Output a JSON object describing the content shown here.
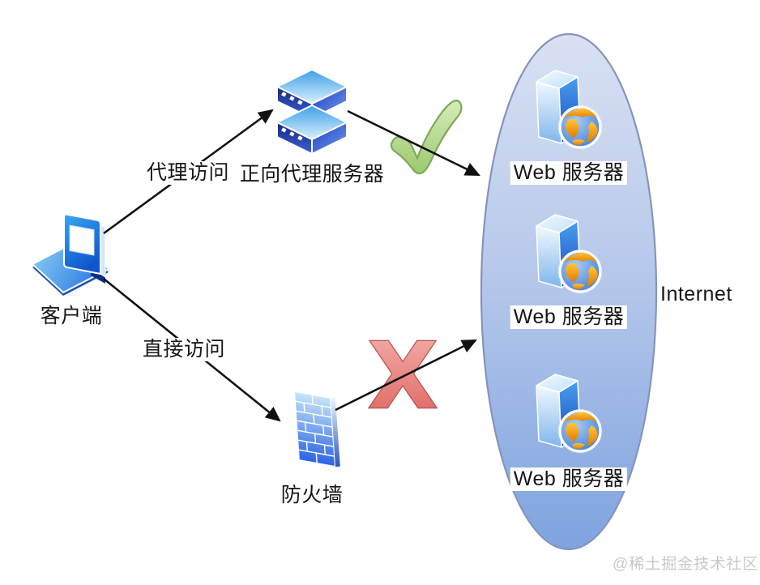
{
  "diagram": {
    "type": "network-flow",
    "nodes": {
      "client": {
        "label": "客户端",
        "icon": "laptop-icon"
      },
      "forward_proxy": {
        "label": "正向代理服务器",
        "icon": "server-stack-icon"
      },
      "firewall": {
        "label": "防火墙",
        "icon": "brick-wall-icon"
      },
      "internet": {
        "label": "Internet",
        "icon": "internet-ellipse"
      },
      "web_servers": [
        {
          "label": "Web 服务器",
          "icon": "server-globe-icon"
        },
        {
          "label": "Web 服务器",
          "icon": "server-globe-icon"
        },
        {
          "label": "Web 服务器",
          "icon": "server-globe-icon"
        }
      ]
    },
    "edges": [
      {
        "from": "client",
        "to": "forward_proxy",
        "label": "代理访问"
      },
      {
        "from": "forward_proxy",
        "to": "internet",
        "label": "",
        "marker": "check-icon",
        "result": "allowed"
      },
      {
        "from": "client",
        "to": "firewall",
        "label": "直接访问"
      },
      {
        "from": "firewall",
        "to": "internet",
        "label": "",
        "marker": "cross-icon",
        "result": "blocked"
      }
    ],
    "colors": {
      "allowed_check": "#a6cf7a",
      "blocked_cross": "#e2726e",
      "internet_fill_top": "#d7dff2",
      "internet_fill_bottom": "#7ea3e0",
      "internet_stroke": "#8694bb",
      "device_blue": "#2a6ee4",
      "arrow": "#111111"
    }
  },
  "watermark": {
    "text": "@稀土掘金技术社区",
    "color": "#c9c9c9"
  }
}
